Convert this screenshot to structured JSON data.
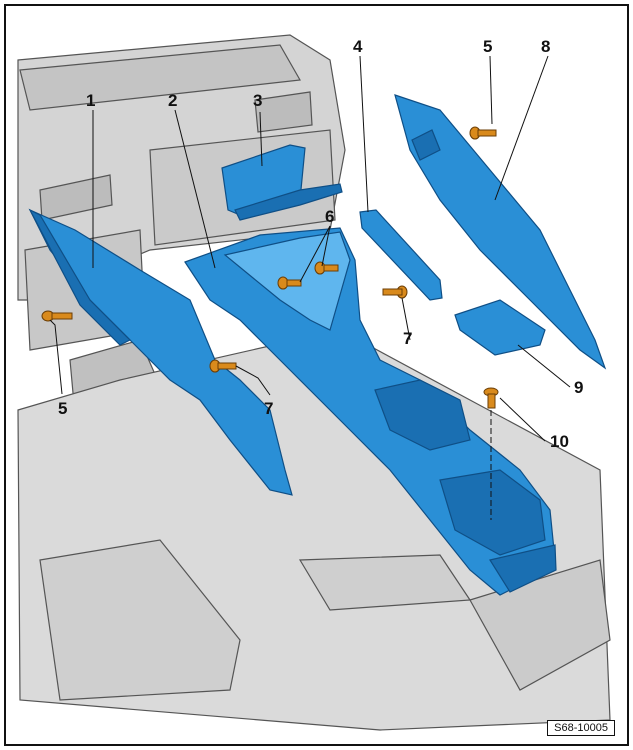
{
  "figure": {
    "reference_code": "S68-10005",
    "colors": {
      "part_fill": "#2a8fd6",
      "part_shade": "#1a6fb2",
      "part_highlight": "#5fb6ee",
      "interior_fill": "#d4d4d4",
      "interior_line": "#555555",
      "frame": "#111111"
    }
  },
  "callouts": [
    {
      "id": "c1",
      "label": "1"
    },
    {
      "id": "c2",
      "label": "2"
    },
    {
      "id": "c3",
      "label": "3"
    },
    {
      "id": "c4",
      "label": "4"
    },
    {
      "id": "c5a",
      "label": "5"
    },
    {
      "id": "c5b",
      "label": "5"
    },
    {
      "id": "c6",
      "label": "6"
    },
    {
      "id": "c7a",
      "label": "7"
    },
    {
      "id": "c7b",
      "label": "7"
    },
    {
      "id": "c8",
      "label": "8"
    },
    {
      "id": "c9",
      "label": "9"
    },
    {
      "id": "c10",
      "label": "10"
    }
  ]
}
